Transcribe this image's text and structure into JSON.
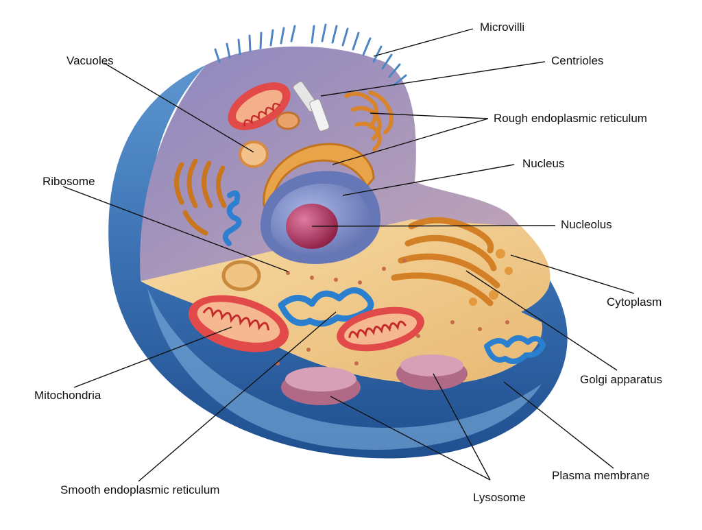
{
  "labels": {
    "microvilli": "Microvilli",
    "centrioles": "Centrioles",
    "vacuoles": "Vacuoles",
    "rough_er": "Rough endoplasmic reticulum",
    "nucleus": "Nucleus",
    "ribosome": "Ribosome",
    "nucleolus": "Nucleolus",
    "cytoplasm": "Cytoplasm",
    "golgi": "Golgi apparatus",
    "mitochondria": "Mitochondria",
    "plasma_membrane": "Plasma membrane",
    "smooth_er": "Smooth endoplasmic reticulum",
    "lysosome": "Lysosome"
  },
  "colors": {
    "membrane": "#3f78b8",
    "membrane_light": "#9cc4e8",
    "cytoplasm": "#f2c98a",
    "interior_back": "#9b8bb8",
    "nucleus": "#7f8fc9",
    "nucleolus": "#b0305a",
    "mitochondria": "#d83a3a",
    "golgi": "#d98a2e",
    "smooth_er": "#2f7fd0",
    "leader_line": "#111111"
  }
}
